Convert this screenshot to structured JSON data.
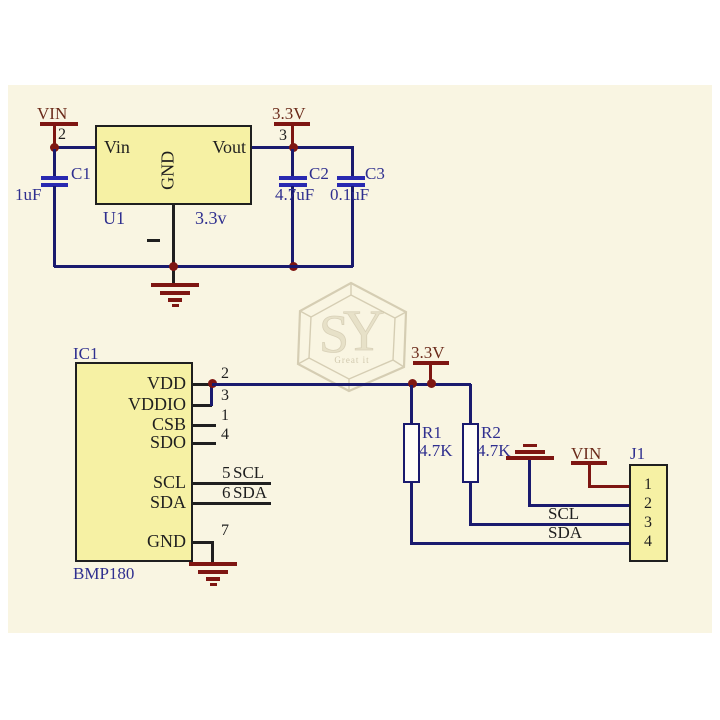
{
  "colors": {
    "sheet": "#f9f5e2",
    "wire": "#1a1a6e",
    "ink": "#1f1f1f",
    "power": "#7e1612",
    "net": "#6b2a1a",
    "blue": "#2f2f8f",
    "plate": "#2929b0",
    "fill": "#f6f1a4",
    "resfill": "#fffef8"
  },
  "reg": {
    "vin_port": {
      "label": "VIN",
      "pin": "2"
    },
    "v33_port": {
      "label": "3.3V",
      "pin": "3"
    },
    "u1": {
      "ref": "U1",
      "value": "3.3v",
      "pin_in": "Vin",
      "pin_out": "Vout",
      "pin_gnd": "GND"
    },
    "c1": {
      "ref": "C1",
      "value": "1uF"
    },
    "c2": {
      "ref": "C2",
      "value": "4.7uF"
    },
    "c3": {
      "ref": "C3",
      "value": "0.1uF"
    }
  },
  "sensor": {
    "ic1": {
      "ref": "IC1",
      "part": "BMP180",
      "pins": {
        "vdd": {
          "name": "VDD",
          "num": "2"
        },
        "vddio": {
          "name": "VDDIO",
          "num": "3"
        },
        "csb": {
          "name": "CSB",
          "num": "1"
        },
        "sdo": {
          "name": "SDO",
          "num": "4"
        },
        "scl": {
          "name": "SCL",
          "num": "5"
        },
        "sda": {
          "name": "SDA",
          "num": "6"
        },
        "gnd": {
          "name": "GND",
          "num": "7"
        }
      }
    },
    "v33_port": {
      "label": "3.3V"
    },
    "vin_port": {
      "label": "VIN"
    },
    "r1": {
      "ref": "R1",
      "value": "4.7K"
    },
    "r2": {
      "ref": "R2",
      "value": "4.7K"
    },
    "j1": {
      "ref": "J1",
      "pins": [
        "1",
        "2",
        "3",
        "4"
      ]
    },
    "nets": {
      "scl": "SCL",
      "sda": "SDA"
    }
  },
  "watermark": {
    "letter1": "S",
    "letter2": "Y",
    "tagline": "Great it"
  }
}
